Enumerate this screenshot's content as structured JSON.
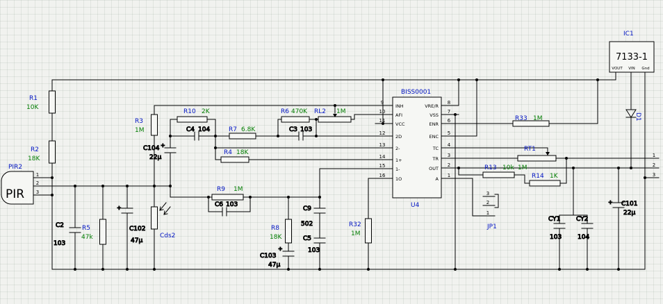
{
  "symbols": {
    "plus": "+"
  },
  "power_ic": {
    "ref": "IC1",
    "part": "7133-1",
    "pins": {
      "vout": "VOUT",
      "vin": "VIN",
      "gnd": "Gnd"
    }
  },
  "sensor": {
    "ref": "PIR2",
    "label": "PIR",
    "pins": [
      "1",
      "2",
      "3"
    ]
  },
  "main_ic": {
    "ref": "U4",
    "part": "BISS0001",
    "left_pins": [
      {
        "num": "9",
        "name": "INH"
      },
      {
        "num": "10",
        "name": "AFI"
      },
      {
        "num": "11",
        "name": "VCC"
      },
      {
        "num": "12",
        "name": "2D"
      },
      {
        "num": "13",
        "name": "2-"
      },
      {
        "num": "14",
        "name": "1+"
      },
      {
        "num": "15",
        "name": "1-"
      },
      {
        "num": "16",
        "name": "1O"
      }
    ],
    "right_pins": [
      {
        "num": "8",
        "name": "VRE/R"
      },
      {
        "num": "7",
        "name": "VSS"
      },
      {
        "num": "6",
        "name": "ENR"
      },
      {
        "num": "5",
        "name": "ENC"
      },
      {
        "num": "4",
        "name": "TC"
      },
      {
        "num": "3",
        "name": "TR"
      },
      {
        "num": "2",
        "name": "OUT"
      },
      {
        "num": "1",
        "name": "A"
      }
    ]
  },
  "jumper": {
    "ref": "JP1",
    "pins": [
      "3",
      "2",
      "1"
    ]
  },
  "connector": {
    "pins": [
      "1",
      "2",
      "3"
    ]
  },
  "diode": {
    "ref": "D1"
  },
  "photoresistor": {
    "ref": "Cds2"
  },
  "resistors": {
    "r1": {
      "ref": "R1",
      "value": "10K"
    },
    "r2": {
      "ref": "R2",
      "value": "18K"
    },
    "r3": {
      "ref": "R3",
      "value": "1M"
    },
    "r4": {
      "ref": "R4",
      "value": "18K"
    },
    "r5": {
      "ref": "R5",
      "value": "47k"
    },
    "r6": {
      "ref": "R6",
      "value": "470K"
    },
    "r7": {
      "ref": "R7",
      "value": "6.8K"
    },
    "r8": {
      "ref": "R8",
      "value": "18K"
    },
    "r9": {
      "ref": "R9",
      "value": "1M"
    },
    "r10": {
      "ref": "R10",
      "value": "2K"
    },
    "r13": {
      "ref": "R13",
      "value": "10k"
    },
    "r14": {
      "ref": "R14",
      "value": "1K"
    },
    "r32": {
      "ref": "R32",
      "value": "1M"
    },
    "r33": {
      "ref": "R33",
      "value": "1M"
    },
    "rl2": {
      "ref": "RL2",
      "value": "1M"
    },
    "rt1": {
      "ref": "RT1",
      "value": "1M"
    }
  },
  "capacitors": {
    "c2": {
      "ref": "C2",
      "value": "103"
    },
    "c3": {
      "ref": "C3",
      "value": "103"
    },
    "c4": {
      "ref": "C4",
      "value": "104"
    },
    "c5": {
      "ref": "C5",
      "value": "103"
    },
    "c6": {
      "ref": "C6",
      "value": "103"
    },
    "c9": {
      "ref": "C9",
      "value": "502"
    },
    "c101": {
      "ref": "C101",
      "value": "22µ"
    },
    "c102": {
      "ref": "C102",
      "value": "47µ"
    },
    "c103": {
      "ref": "C103",
      "value": "47µ"
    },
    "c104": {
      "ref": "C104",
      "value": "22µ"
    },
    "cy1": {
      "ref": "CY1",
      "value": "103"
    },
    "cy2": {
      "ref": "CY2",
      "value": "104"
    }
  }
}
